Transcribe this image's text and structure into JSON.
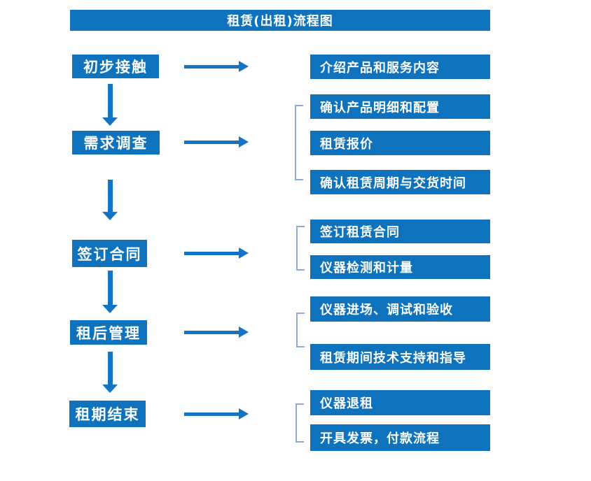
{
  "title": "租赁(出租)流程图",
  "colors": {
    "box_blue": "#0e72bc",
    "arrow_blue": "#1373c4",
    "bracket_blue": "#8ea9db",
    "text_white": "#ffffff",
    "background": "#ffffff"
  },
  "flow": {
    "stages": [
      {
        "label": "初步接触"
      },
      {
        "label": "需求调查"
      },
      {
        "label": "签订合同"
      },
      {
        "label": "租后管理"
      },
      {
        "label": "租期结束"
      }
    ],
    "details": [
      {
        "label": "介绍产品和服务内容"
      },
      {
        "label": "确认产品明细和配置"
      },
      {
        "label": "租赁报价"
      },
      {
        "label": "确认租赁周期与交货时间"
      },
      {
        "label": "签订租赁合同"
      },
      {
        "label": "仪器检测和计量"
      },
      {
        "label": "仪器进场、调试和验收"
      },
      {
        "label": "租赁期间技术支持和指导"
      },
      {
        "label": "仪器退租"
      },
      {
        "label": "开具发票，付款流程"
      }
    ]
  }
}
